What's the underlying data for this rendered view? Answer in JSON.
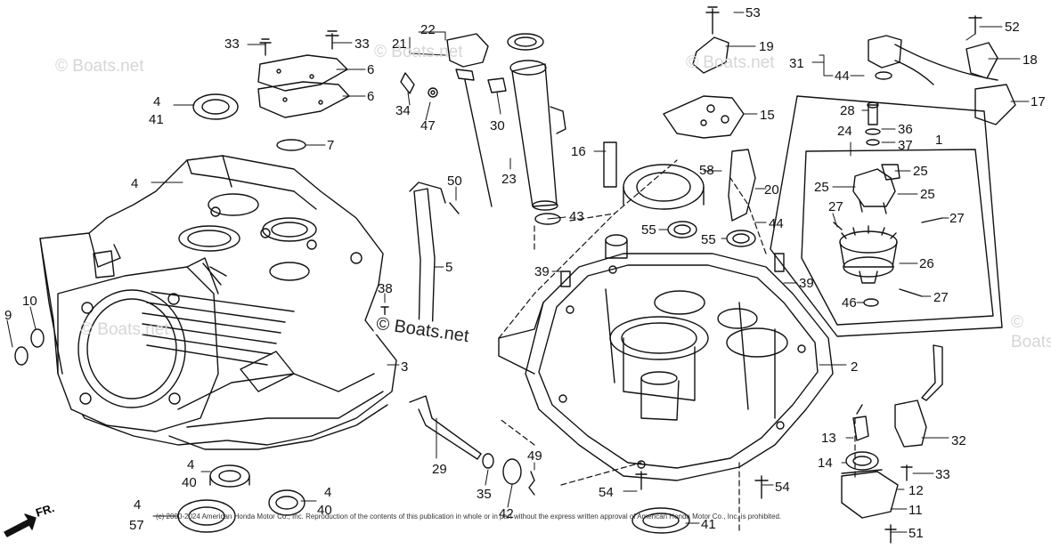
{
  "watermarks": [
    "© Boats.net",
    "© Boats.net",
    "© Boats.net",
    "© Boats.net",
    "© Boats.net"
  ],
  "center_watermark": "© Boats.net",
  "copyright": "(c) 2000-2024 American Honda Motor Co., Inc. Reproduction of the contents of this publication in whole or in part without the express written approval of American Honda Motor Co., Inc. is prohibited.",
  "front_indicator": "FR.",
  "colors": {
    "line": "#111111",
    "watermark": "#d6d6d6",
    "background": "#ffffff"
  },
  "callouts": [
    "22",
    "21",
    "33",
    "33",
    "6",
    "6",
    "4",
    "41",
    "34",
    "47",
    "30",
    "23",
    "53",
    "19",
    "31",
    "44",
    "52",
    "18",
    "17",
    "15",
    "28",
    "36",
    "37",
    "24",
    "1",
    "7",
    "4",
    "16",
    "58",
    "20",
    "25",
    "25",
    "25",
    "27",
    "27",
    "50",
    "43",
    "55",
    "55",
    "44",
    "26",
    "5",
    "39",
    "39",
    "38",
    "46",
    "27",
    "10",
    "9",
    "3",
    "2",
    "4",
    "40",
    "29",
    "35",
    "42",
    "49",
    "54",
    "54",
    "13",
    "32",
    "14",
    "33",
    "12",
    "11",
    "4",
    "40",
    "4",
    "57",
    "41",
    "51"
  ]
}
